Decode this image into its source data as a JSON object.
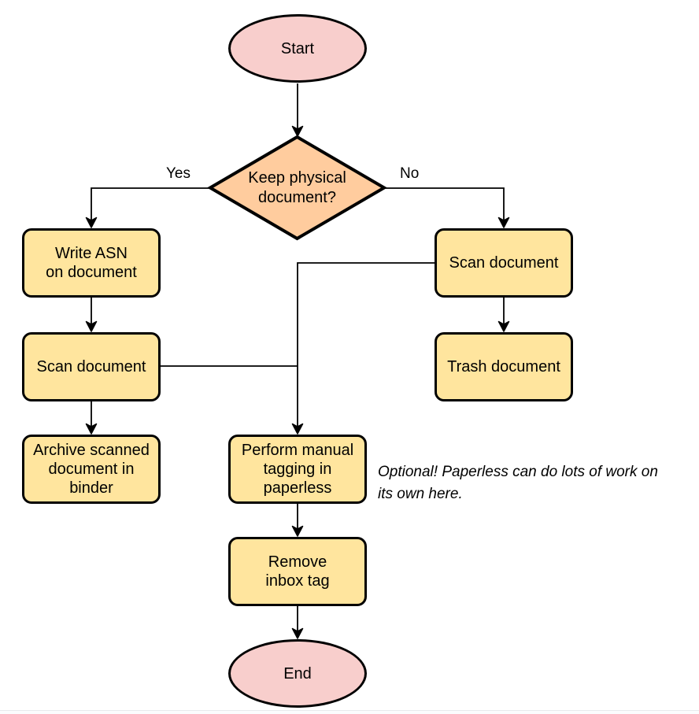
{
  "diagram": {
    "nodes": {
      "start": {
        "type": "terminator",
        "label": "Start"
      },
      "decision": {
        "type": "decision",
        "label": "Keep physical\ndocument?"
      },
      "write_asn": {
        "type": "process",
        "label": "Write ASN\non document"
      },
      "scan_left": {
        "type": "process",
        "label": "Scan document"
      },
      "archive": {
        "type": "process",
        "label": "Archive scanned\ndocument in\nbinder"
      },
      "scan_right": {
        "type": "process",
        "label": "Scan document"
      },
      "trash": {
        "type": "process",
        "label": "Trash document"
      },
      "tagging": {
        "type": "process",
        "label": "Perform manual\ntagging in\npaperless"
      },
      "remove_inbox": {
        "type": "process",
        "label": "Remove\ninbox tag"
      },
      "end": {
        "type": "terminator",
        "label": "End"
      }
    },
    "edge_labels": {
      "yes": "Yes",
      "no": "No"
    },
    "note": {
      "text": "Optional! Paperless can do lots of work on\nits own here."
    },
    "colors": {
      "terminator_fill": "#f8cecc",
      "decision_fill": "#ffcc9e",
      "process_fill": "#ffe59e",
      "stroke": "#000000"
    }
  }
}
